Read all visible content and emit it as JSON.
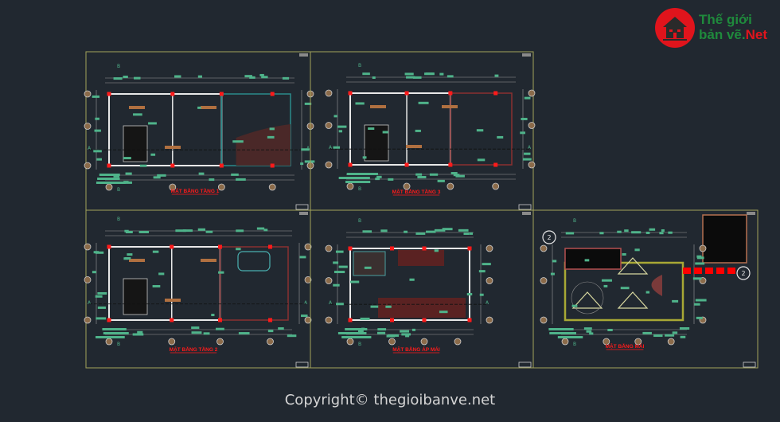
{
  "logo": {
    "line1": "Thế giới",
    "line2": "bản vẽ.",
    "line2_accent": "Net",
    "icon": "house-icon"
  },
  "panels": [
    {
      "id": "tang-1",
      "title": "MẶT BẰNG TẦNG 1"
    },
    {
      "id": "tang-3",
      "title": "MẶT BẰNG TẦNG 3"
    },
    {
      "id": "tang-2",
      "title": "MẶT BẰNG TẦNG 2"
    },
    {
      "id": "ap-mai",
      "title": "MẶT BẰNG ÁP MÁI"
    },
    {
      "id": "mai",
      "title": "MẶT BẰNG MÁI"
    }
  ],
  "section_marks": {
    "a": "A",
    "b": "B",
    "detail": "2"
  },
  "copyright": "Copyright© thegioibanve.net",
  "colors": {
    "background": "#212830",
    "frame": "#a3a35a",
    "wall": "#e8e8e8",
    "column": "#ff1a1a",
    "dimension_text": "#4fb38a",
    "title": "#ff1a1a",
    "logo_red": "#e0141c",
    "logo_green": "#1f8a3c"
  }
}
